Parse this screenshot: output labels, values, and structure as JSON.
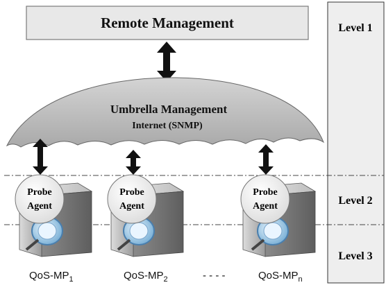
{
  "remote_management": {
    "title": "Remote Management"
  },
  "umbrella": {
    "title": "Umbrella Management",
    "subtitle": "Internet (SNMP)"
  },
  "levels": [
    {
      "label": "Level 1"
    },
    {
      "label": "Level 2"
    },
    {
      "label": "Level 3"
    }
  ],
  "agents": [
    {
      "line1": "Probe",
      "line2": "Agent",
      "name": "QoS-MP",
      "sub": "1"
    },
    {
      "line1": "Probe",
      "line2": "Agent",
      "name": "QoS-MP",
      "sub": "2"
    },
    {
      "line1": "Probe",
      "line2": "Agent",
      "name": "QoS-MP",
      "sub": "n"
    }
  ],
  "ellipsis": "- - - -",
  "colors": {
    "box_fill": "#e8e8e8",
    "umbrella_fill": "#c4c4c4",
    "arrow": "#111111",
    "lens": "#b8d8f0"
  }
}
